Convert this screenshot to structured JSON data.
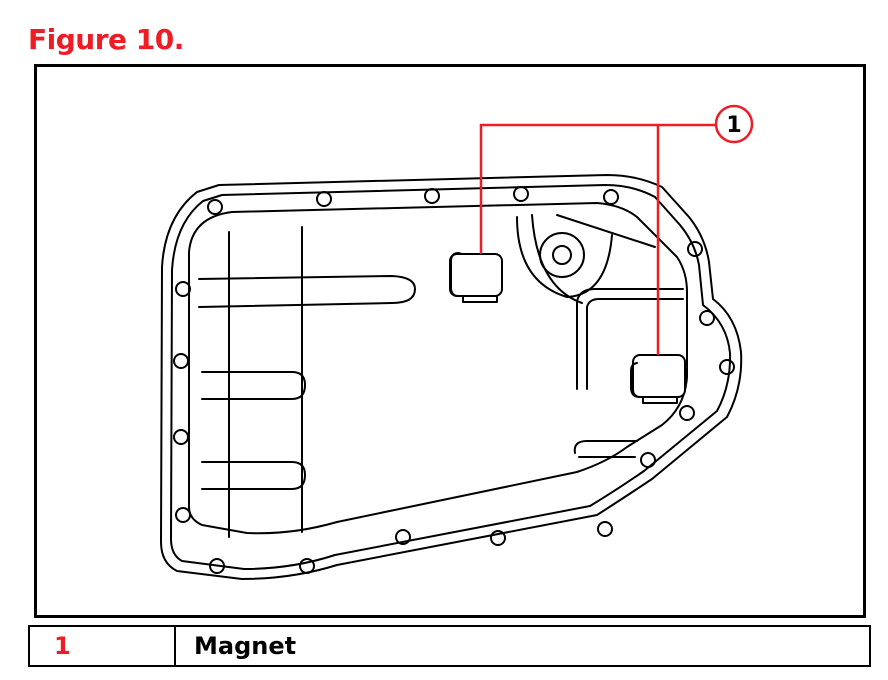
{
  "figure": {
    "title": "Figure 10."
  },
  "callout": {
    "number": "1"
  },
  "legend": {
    "number": "1",
    "description": "Magnet"
  },
  "colors": {
    "accent": "#ee1c25",
    "line": "#000000",
    "background": "#ffffff"
  }
}
